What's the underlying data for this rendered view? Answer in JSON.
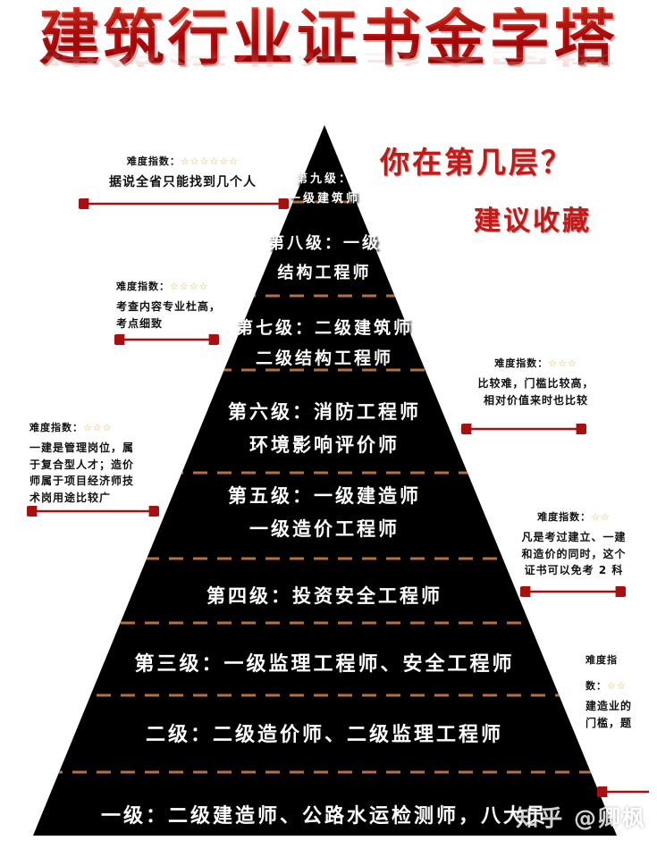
{
  "title": {
    "text": "建筑行业证书金字塔",
    "color": "#c01010"
  },
  "headlines": {
    "question": "你在第几层？",
    "cta": "建议收藏",
    "color": "#c21b17"
  },
  "pyramid": {
    "levels": [
      {
        "id": "level-9",
        "lines": [
          "第九级：",
          "一级建筑师"
        ],
        "font_size": 13
      },
      {
        "id": "level-8",
        "lines": [
          "第八级：一级",
          "结构工程师"
        ],
        "font_size": 18
      },
      {
        "id": "level-7",
        "lines": [
          "第七级：二级建筑师",
          "二级结构工程师"
        ],
        "font_size": 19
      },
      {
        "id": "level-6",
        "lines": [
          "第六级：消防工程师",
          "环境影响评价师"
        ],
        "font_size": 21
      },
      {
        "id": "level-5",
        "lines": [
          "第五级：一级建造师",
          "一级造价工程师"
        ],
        "font_size": 21
      },
      {
        "id": "level-4",
        "lines": [
          "第四级：投资安全工程师"
        ],
        "font_size": 21
      },
      {
        "id": "level-3",
        "lines": [
          "第三级：一级监理工程师、安全工程师"
        ],
        "font_size": 22
      },
      {
        "id": "level-2",
        "lines": [
          "二级：二级造价师、二级监理工程师"
        ],
        "font_size": 22
      },
      {
        "id": "level-1",
        "lines": [
          "一级：二级建造师、公路水运检测师，八大员"
        ],
        "font_size": 22
      }
    ],
    "fill": "#000000",
    "divider_color": "#b5713f"
  },
  "notes": {
    "left": [
      {
        "id": "note-left-1",
        "difficulty_label": "难度指数：",
        "stars": "☆☆☆☆☆☆",
        "star_count": 6,
        "body": [
          "据说全省只能找到几个人"
        ]
      },
      {
        "id": "note-left-2",
        "difficulty_label": "难度指数：",
        "stars": "☆☆☆☆",
        "star_count": 4,
        "body": [
          "考查内容专业杜高，",
          "考点细致"
        ]
      },
      {
        "id": "note-left-3",
        "difficulty_label": "难度指数：",
        "stars": "☆☆☆",
        "star_count": 3,
        "body": [
          "一建是管理岗位，属",
          "于复合型人才；造价",
          "师属于项目经济师技",
          "术岗用途比较广"
        ]
      }
    ],
    "right": [
      {
        "id": "note-right-1",
        "difficulty_label": "难度指数：",
        "stars": "☆☆☆",
        "star_count": 3,
        "body": [
          "比较难，门槛比较高，",
          "相对价值来时也比较"
        ]
      },
      {
        "id": "note-right-2",
        "difficulty_label": "难度指数：",
        "stars": "☆☆",
        "star_count": 2,
        "body": [
          "凡是考过建立、一建",
          "和造价的同时，这个",
          "证书可以免考 2 科"
        ]
      },
      {
        "id": "note-right-3",
        "difficulty_label_line1": "难度指",
        "difficulty_label_line2": "数：",
        "stars": "☆☆",
        "star_count": 2,
        "body": [
          "建造业的",
          "门槛，题"
        ]
      }
    ],
    "arrow_color": "#a81010"
  },
  "watermark": {
    "text": "知乎 @卿枫"
  }
}
